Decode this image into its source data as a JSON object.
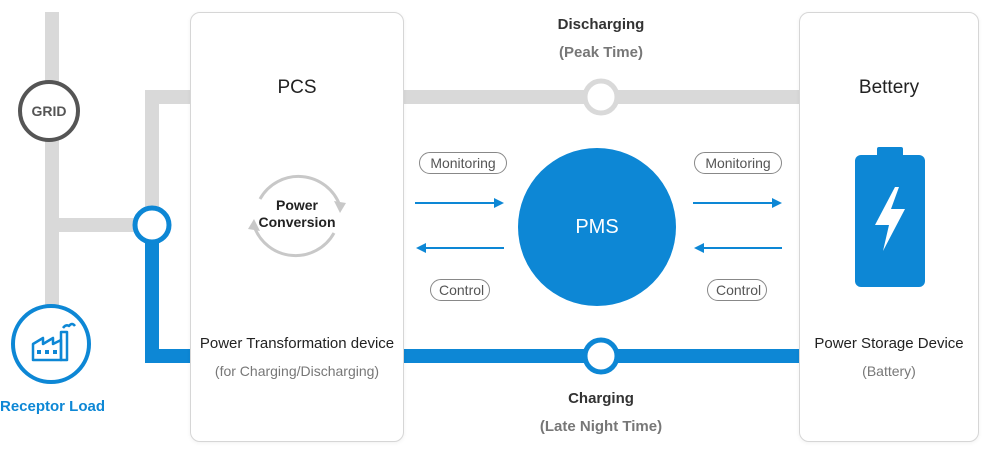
{
  "grid": {
    "label": "GRID"
  },
  "receptor": {
    "label": "Receptor Load"
  },
  "pcs": {
    "title": "PCS",
    "conversion": "Power Conversion",
    "caption": "Power Transformation device",
    "sub": "(for Charging/Discharging)"
  },
  "battery": {
    "title": "Bettery",
    "caption": "Power Storage Device",
    "sub": "(Battery)"
  },
  "discharging": {
    "label": "Discharging",
    "sub": "(Peak Time)"
  },
  "charging": {
    "label": "Charging",
    "sub": "(Late Night Time)"
  },
  "pms": {
    "label": "PMS"
  },
  "left_links": {
    "monitoring": "Monitoring",
    "control": "Control"
  },
  "right_links": {
    "monitoring": "Monitoring",
    "control": "Control"
  },
  "colors": {
    "accent": "#0d87d5",
    "gray_line": "#d9d9d9",
    "dark_gray": "#555555"
  }
}
